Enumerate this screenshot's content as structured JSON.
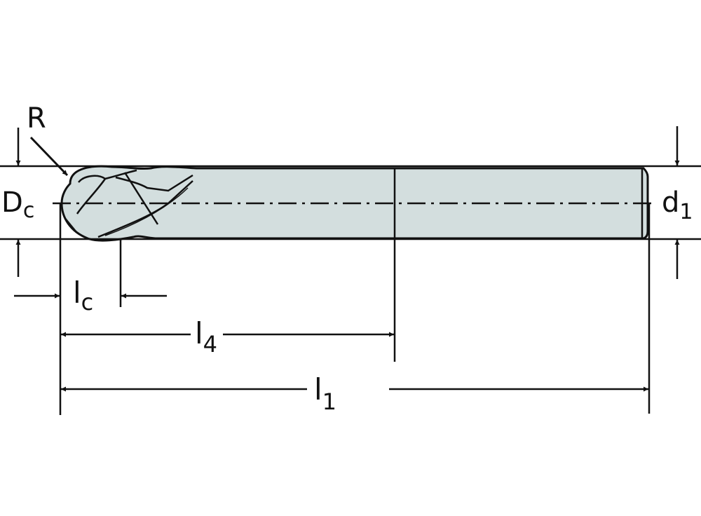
{
  "diagram": {
    "title": "Ball nose end mill dimension drawing",
    "colors": {
      "background": "#ffffff",
      "line": "#111111",
      "tool_fill": "#d3dede"
    },
    "labels": {
      "R": {
        "main": "R",
        "sub": ""
      },
      "Dc": {
        "main": "D",
        "sub": "c"
      },
      "d1": {
        "main": "d",
        "sub": "1"
      },
      "lc": {
        "main": "l",
        "sub": "c"
      },
      "l4": {
        "main": "l",
        "sub": "4"
      },
      "l1": {
        "main": "l",
        "sub": "1"
      }
    }
  }
}
